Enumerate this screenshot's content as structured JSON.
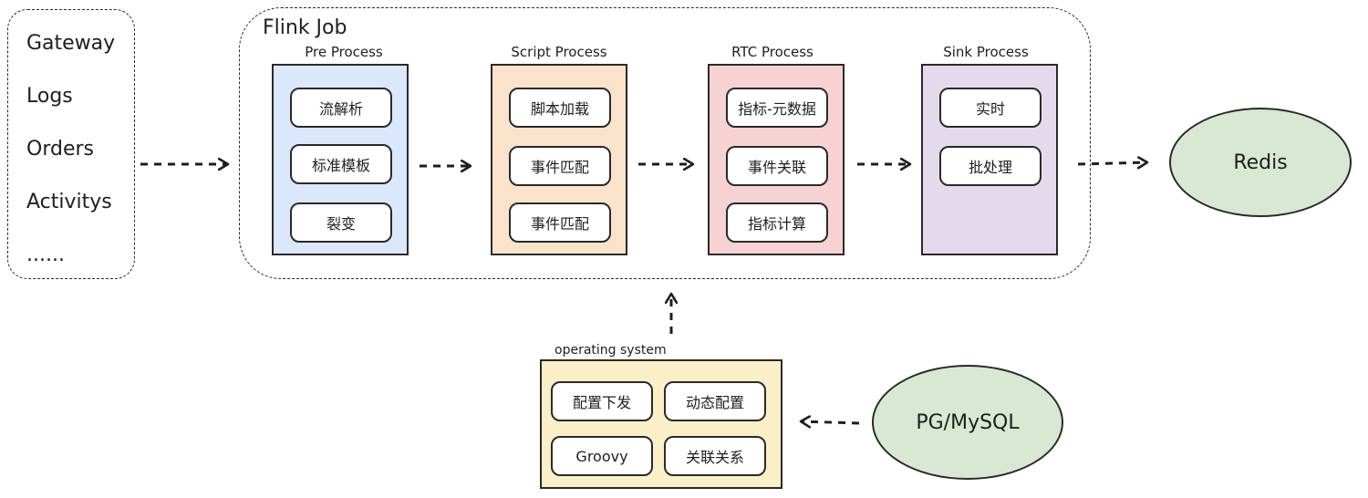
{
  "sources": [
    "Gateway",
    "Logs",
    "Orders",
    "Activitys",
    "......"
  ],
  "flink_job": {
    "title": "Flink Job",
    "stages": [
      {
        "title": "Pre Process",
        "color": "#dbe7fb",
        "items": [
          "流解析",
          "标准模板",
          "裂变"
        ]
      },
      {
        "title": "Script Process",
        "color": "#fbe3cb",
        "items": [
          "脚本加载",
          "事件匹配",
          "事件匹配"
        ]
      },
      {
        "title": "RTC Process",
        "color": "#f6d2d2",
        "items": [
          "指标-元数据",
          "事件关联",
          "指标计算"
        ]
      },
      {
        "title": "Sink Process",
        "color": "#e3dbec",
        "items": [
          "实时",
          "批处理"
        ]
      }
    ]
  },
  "sink_target": "Redis",
  "operating_system": {
    "title": "operating system",
    "items": [
      "配置下发",
      "动态配置",
      "Groovy",
      "关联关系"
    ]
  },
  "database": "PG/MySQL",
  "colors": {
    "ellipse_fill": "#d8e8d3",
    "ops_fill": "#fbefc8",
    "stroke": "#2a2a2a"
  }
}
